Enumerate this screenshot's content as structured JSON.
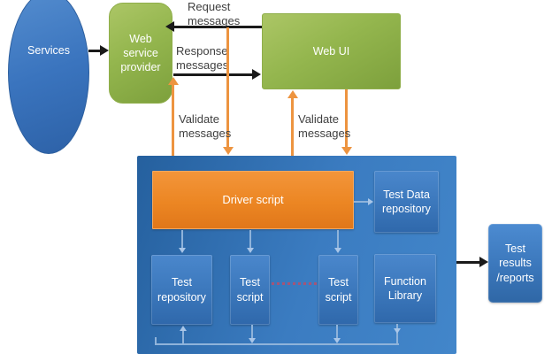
{
  "diagram_title": "Web service test automation framework diagram",
  "nodes": {
    "services": {
      "label": "Services",
      "shape": "ellipse",
      "color": "#3a74be"
    },
    "web_service_provider": {
      "label": "Web service provider",
      "shape": "rounded-rect",
      "color": "#94b64e"
    },
    "web_ui": {
      "label": "Web UI",
      "shape": "rect",
      "color": "#94b64e"
    },
    "driver_script": {
      "label": "Driver script",
      "shape": "rect",
      "color": "#ec8623"
    },
    "test_data_repository": {
      "label": "Test Data repository",
      "shape": "rect",
      "color": "#3b77bb"
    },
    "test_repository": {
      "label": "Test repository",
      "shape": "rect",
      "color": "#3b77bb"
    },
    "test_script_1": {
      "label": "Test script",
      "shape": "rect",
      "color": "#3b77bb"
    },
    "test_script_2": {
      "label": "Test script",
      "shape": "rect",
      "color": "#3b77bb"
    },
    "function_library": {
      "label": "Function Library",
      "shape": "rect",
      "color": "#3b77bb"
    },
    "test_results": {
      "label": "Test results /reports",
      "shape": "rounded-rect",
      "color": "#3b77bb"
    }
  },
  "edge_labels": {
    "request": "Request messages",
    "response": "Response messages",
    "validate_left": "Validate messages",
    "validate_right": "Validate messages"
  },
  "edges": [
    {
      "from": "services",
      "to": "web_service_provider",
      "style": "black-arrow"
    },
    {
      "from": "web_ui",
      "to": "web_service_provider",
      "style": "black-arrow",
      "label": "Request messages"
    },
    {
      "from": "web_service_provider",
      "to": "web_ui",
      "style": "black-arrow",
      "label": "Response messages"
    },
    {
      "from": "framework_container",
      "to": "response_message_line",
      "style": "orange-arrow",
      "label": "Validate messages"
    },
    {
      "from": "request_message_line",
      "to": "framework_container",
      "style": "orange-arrow"
    },
    {
      "from": "framework_container",
      "to": "web_ui",
      "style": "orange-arrow",
      "label": "Validate messages"
    },
    {
      "from": "web_ui",
      "to": "framework_container",
      "style": "orange-arrow"
    },
    {
      "from": "driver_script",
      "to": "test_data_repository",
      "style": "connector-arrow"
    },
    {
      "from": "driver_script",
      "to": "test_repository",
      "style": "connector-arrow"
    },
    {
      "from": "driver_script",
      "to": "test_script_1",
      "style": "connector-arrow"
    },
    {
      "from": "driver_script",
      "to": "test_script_2",
      "style": "connector-arrow"
    },
    {
      "from": "test_script_1",
      "to": "test_repository",
      "style": "connector-arrow"
    },
    {
      "from": "test_script_2",
      "to": "test_repository",
      "style": "connector-arrow"
    },
    {
      "from": "function_library",
      "to": "test_repository",
      "style": "connector-arrow"
    },
    {
      "from": "test_script_1",
      "to": "test_script_2",
      "style": "dotted-line"
    },
    {
      "from": "framework_container",
      "to": "test_results",
      "style": "black-arrow"
    }
  ],
  "colors": {
    "node_blue": "#3b77bb",
    "node_green": "#94b64e",
    "container_blue": "#3b7cc1",
    "driver_orange": "#ec8623",
    "arrow_orange": "#ed9440",
    "arrow_black": "#1a1a1a",
    "connector_light_blue": "#8fb3da",
    "dotted_line": "#a35578",
    "label_text": "#3f3f3f",
    "node_text": "#ffffff"
  }
}
